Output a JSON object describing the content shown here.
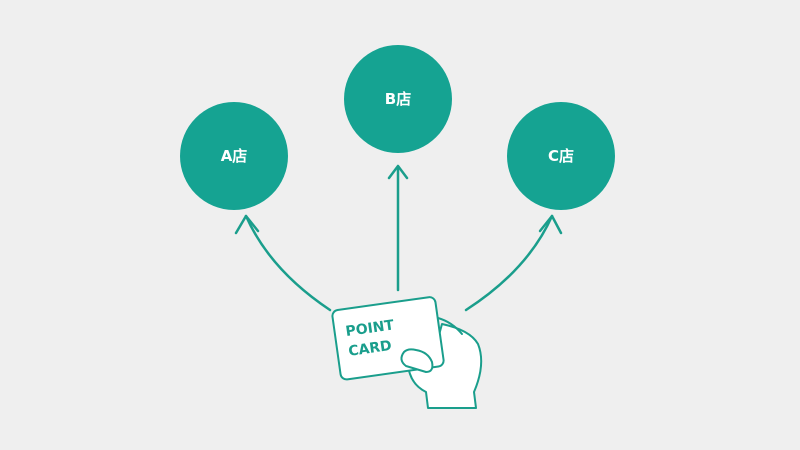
{
  "colors": {
    "background": "#efefef",
    "accent": "#15a392",
    "line": "#1a9e8c",
    "card_fill": "#ffffff"
  },
  "stores": [
    {
      "id": "a",
      "label": "A店"
    },
    {
      "id": "b",
      "label": "B店"
    },
    {
      "id": "c",
      "label": "C店"
    }
  ],
  "card": {
    "line1": "POINT",
    "line2": "CARD"
  },
  "icons": [
    "point-card-icon",
    "hand-icon",
    "arrow-icon"
  ]
}
